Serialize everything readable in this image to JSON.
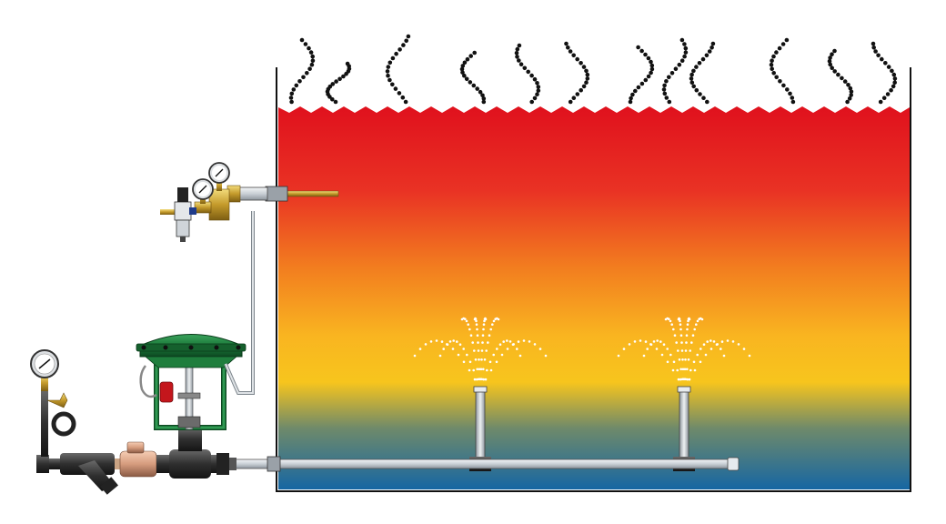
{
  "diagram": {
    "colors": {
      "background": "#ffffff",
      "liquid_top": "#e0161f",
      "liquid_orange": "#f07a20",
      "liquid_yellow": "#f8c21c",
      "liquid_bottom": "#1a6fa6",
      "steam_dots": "#111111",
      "spray_dots": "#ffffff",
      "actuator_green": "#1e7a3a",
      "pipe_gray": "#d8dde2",
      "cast_iron": "#3a3a3a",
      "brass": "#c9a233",
      "handwheel_red": "#c4161c"
    },
    "icons": {
      "tank": "open-tank",
      "pressure_gauge": "pressure-gauge-icon",
      "strainer": "y-strainer",
      "steam_trap": "trap",
      "control_valve": "diaphragm-control-valve",
      "air_regulator": "filter-regulator",
      "temperature_sensor": "temperature-probe",
      "sparger": "steam-sparger-nozzle"
    },
    "steam_rising": true,
    "sparger_count": 2
  }
}
